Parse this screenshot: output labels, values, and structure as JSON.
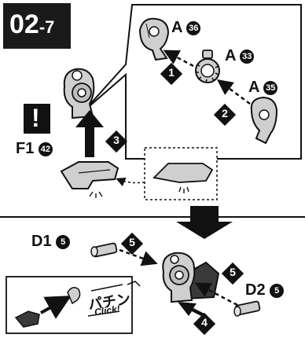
{
  "header": {
    "step_main": "02",
    "step_sub": "-7"
  },
  "callouts": {
    "part_a36": {
      "letter": "A",
      "num": "36"
    },
    "part_a33": {
      "letter": "A",
      "num": "33"
    },
    "part_a35": {
      "letter": "A",
      "num": "35"
    },
    "part_f1_42": {
      "letter": "F1",
      "num": "42"
    },
    "part_d1_5": {
      "letter": "D1",
      "num": "5"
    },
    "part_d2_5": {
      "letter": "D2",
      "num": "5"
    },
    "part_5_top": {
      "num": "5"
    },
    "part_5_right": {
      "num": "5"
    }
  },
  "steps": {
    "step1": "1",
    "step2": "2",
    "step3": "3",
    "step4": "4"
  },
  "notice": {
    "symbol": "!"
  },
  "sfx": {
    "japanese": "パチン",
    "english": "Click!"
  },
  "colors": {
    "header_bg": "#1a1a1a",
    "ink": "#111111",
    "part_grey": "#cfcfcf",
    "dark_part": "#3a3a3a"
  }
}
